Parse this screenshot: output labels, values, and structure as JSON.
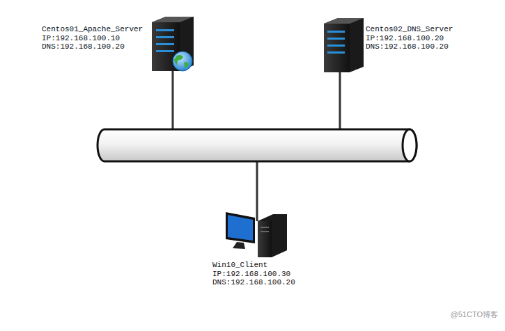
{
  "diagram": {
    "nodes": [
      {
        "text": [
          "Centos01_Apache_Server",
          "IP:192.168.100.10",
          "DNS:192.168.100.20"
        ]
      },
      {
        "text": [
          "Centos02_DNS_Server",
          "IP:192.168.100.20",
          "DNS:192.168.100.20"
        ]
      },
      {
        "text": [
          "Win10_Client",
          "IP:192.168.100.30",
          "DNS:192.168.100.20"
        ]
      }
    ],
    "labels": [
      "@51CTO博客"
    ]
  }
}
